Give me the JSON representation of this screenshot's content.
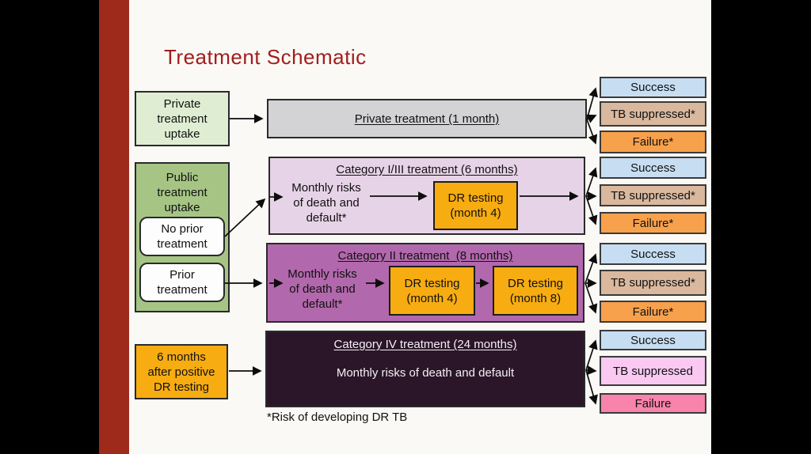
{
  "slide": {
    "title": "Treatment Schematic",
    "footnote": "*Risk of developing DR TB"
  },
  "sources": {
    "private_uptake": "Private\ntreatment\nuptake",
    "public_uptake": "Public\ntreatment\nuptake",
    "no_prior": "No prior\ntreatment",
    "prior": "Prior\ntreatment",
    "six_months": "6 months\nafter positive\nDR testing"
  },
  "treatments": {
    "private": {
      "title": "Private treatment (1 month)"
    },
    "cat13": {
      "title": "Category I/III treatment (6 months)",
      "risks": "Monthly risks\nof death and\ndefault*",
      "dr4": "DR testing\n(month 4)"
    },
    "cat2": {
      "title": "Category II treatment  (8 months)",
      "risks": "Monthly risks\nof death and\ndefault*",
      "dr4": "DR testing\n(month 4)",
      "dr8": "DR testing\n(month 8)"
    },
    "cat4": {
      "title": "Category IV treatment (24 months)",
      "risks": "Monthly risks of death and default"
    }
  },
  "outcomes": {
    "private": [
      "Success",
      "TB suppressed*",
      "Failure*"
    ],
    "cat13": [
      "Success",
      "TB suppressed*",
      "Failure*"
    ],
    "cat2": [
      "Success",
      "TB suppressed*",
      "Failure*"
    ],
    "cat4": [
      "Success",
      "TB suppressed",
      "Failure"
    ]
  },
  "colors": {
    "accent_bar": "#9e2a1b",
    "title_text": "#a21d1d",
    "private_uptake_fill": "#dfeed2",
    "public_uptake_fill": "#a6c585",
    "dr_testing_fill": "#f7ac11",
    "private_treatment_fill": "#d3d3d5",
    "category_1_3_fill": "#e7d3e7",
    "category_2_fill": "#b268ac",
    "category_4_fill": "#2b1629",
    "success_fill": "#c7def2",
    "tb_suppressed_fill": "#d9b89e",
    "failure_fill": "#f7a14d",
    "tb_suppressed_cat4_fill": "#f9c9f2",
    "failure_cat4_fill": "#f884ab"
  }
}
